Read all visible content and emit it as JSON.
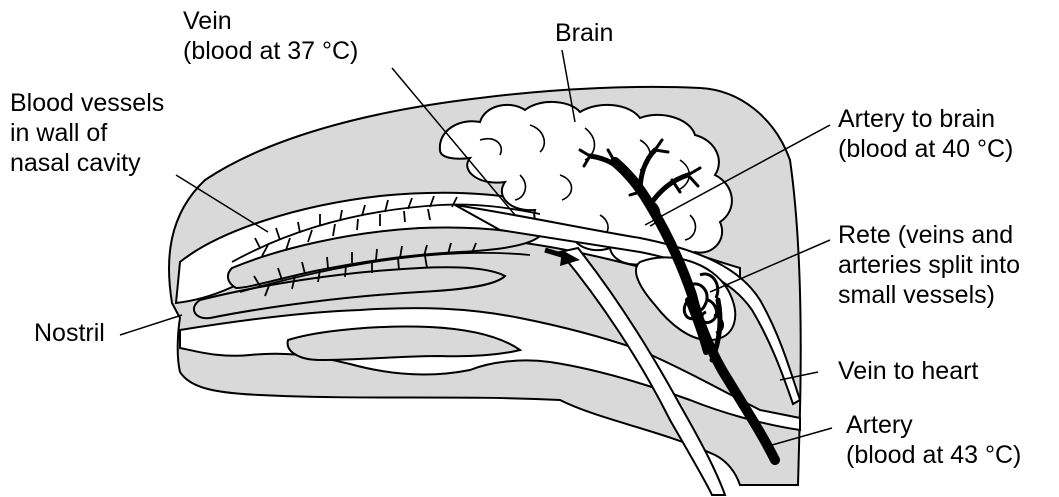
{
  "labels": {
    "vein": [
      "Vein",
      "(blood at 37 °C)"
    ],
    "brain": [
      "Brain"
    ],
    "blood_vessels": [
      "Blood vessels",
      "in wall of",
      "nasal cavity"
    ],
    "artery_to_brain": [
      "Artery to brain",
      "(blood at 40 °C)"
    ],
    "rete": [
      "Rete (veins and",
      "arteries split into",
      "small vessels)"
    ],
    "nostril": [
      "Nostril"
    ],
    "vein_to_heart": [
      "Vein to heart"
    ],
    "artery": [
      "Artery",
      "(blood at 43 °C)"
    ]
  },
  "colors": {
    "tissue": "#d9d9d9",
    "outline": "#000000",
    "vessel_white": "#ffffff",
    "artery": "#000000"
  }
}
